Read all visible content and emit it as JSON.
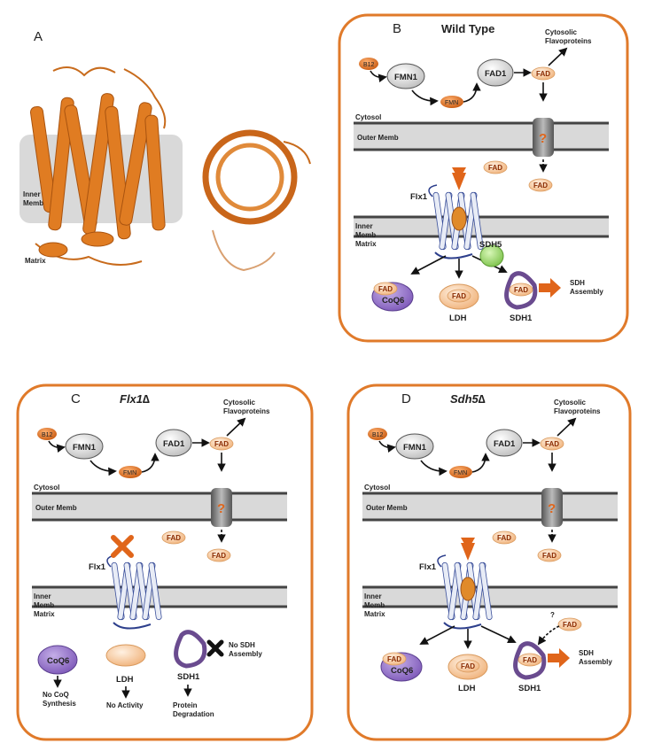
{
  "panelA": {
    "letter": "A",
    "inner_memb": "Inner\nMemb",
    "matrix": "Matrix"
  },
  "panels": [
    {
      "id": "B",
      "letter": "B",
      "title": "Wild Type",
      "title_italic": false,
      "b12": "B12",
      "fmn1": "FMN1",
      "fmn": "FMN",
      "fad1": "FAD1",
      "fad_top": "FAD",
      "cyto_flavo": "Cytosolic\nFlavoproteins",
      "cytosol": "Cytosol",
      "outer_memb": "Outer Memb",
      "question": "?",
      "fad_side": "FAD",
      "fad_below": "FAD",
      "flx1": "Flx1",
      "inner_memb": "Inner\nMemb\nMatrix",
      "sdh5": "SDH5",
      "coq6": "CoQ6",
      "coq6_fad": "FAD",
      "ldh": "LDH",
      "ldh_fad": "FAD",
      "sdh1": "SDH1",
      "sdh1_fad": "FAD",
      "sdh_assembly": "SDH\nAssembly"
    },
    {
      "id": "C",
      "letter": "C",
      "title": "Flx1∆",
      "title_italic": true,
      "b12": "B12",
      "fmn1": "FMN1",
      "fmn": "FMN",
      "fad1": "FAD1",
      "fad_top": "FAD",
      "cyto_flavo": "Cytosolic\nFlavoproteins",
      "cytosol": "Cytosol",
      "outer_memb": "Outer Memb",
      "question": "?",
      "fad_side": "FAD",
      "fad_below": "FAD",
      "flx1": "Flx1",
      "inner_memb": "Inner\nMemb\nMatrix",
      "coq6": "CoQ6",
      "no_coq": "No CoQ\nSynthesis",
      "ldh": "LDH",
      "no_activity": "No Activity",
      "sdh1": "SDH1",
      "protein_degradation": "Protein\nDegradation",
      "no_sdh_assembly": "No SDH\nAssembly"
    },
    {
      "id": "D",
      "letter": "D",
      "title": "Sdh5∆",
      "title_italic": true,
      "b12": "B12",
      "fmn1": "FMN1",
      "fmn": "FMN",
      "fad1": "FAD1",
      "fad_top": "FAD",
      "cyto_flavo": "Cytosolic\nFlavoproteins",
      "cytosol": "Cytosol",
      "outer_memb": "Outer Memb",
      "question": "?",
      "fad_side": "FAD",
      "fad_below": "FAD",
      "flx1": "Flx1",
      "inner_memb": "Inner\nMemb\nMatrix",
      "qmark_small": "?",
      "fad_free": "FAD",
      "coq6": "CoQ6",
      "coq6_fad": "FAD",
      "ldh": "LDH",
      "ldh_fad": "FAD",
      "sdh1": "SDH1",
      "sdh1_fad": "FAD",
      "sdh_assembly": "SDH\nAssembly"
    }
  ],
  "colors": {
    "frame": "#e07a2a",
    "membrane": "#d4d4d4",
    "membrane_line": "#555555",
    "protein_orange": "#d7741e",
    "fad_pill": "#f6c79a",
    "coq6": "#8e6ac4",
    "ldh": "#f7c9a0",
    "sdh5": "#9bd36a",
    "sdh1": "#6a4b8f"
  }
}
